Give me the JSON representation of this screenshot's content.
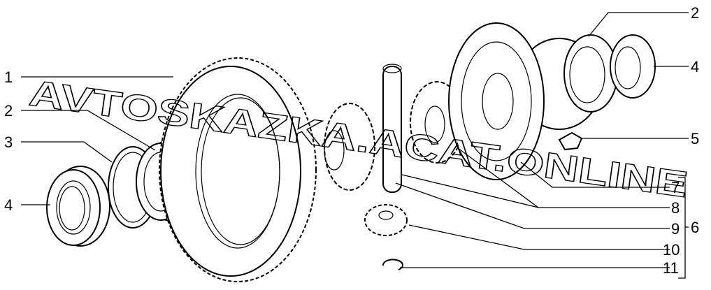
{
  "diagram": {
    "watermark": "AVTOSKAZKA.ACAT.ONLINE",
    "callouts_left": [
      "1",
      "2",
      "3",
      "4"
    ],
    "callouts_right": [
      "2",
      "4",
      "5",
      "7",
      "8",
      "9",
      "10",
      "11"
    ],
    "group_label": "6"
  }
}
